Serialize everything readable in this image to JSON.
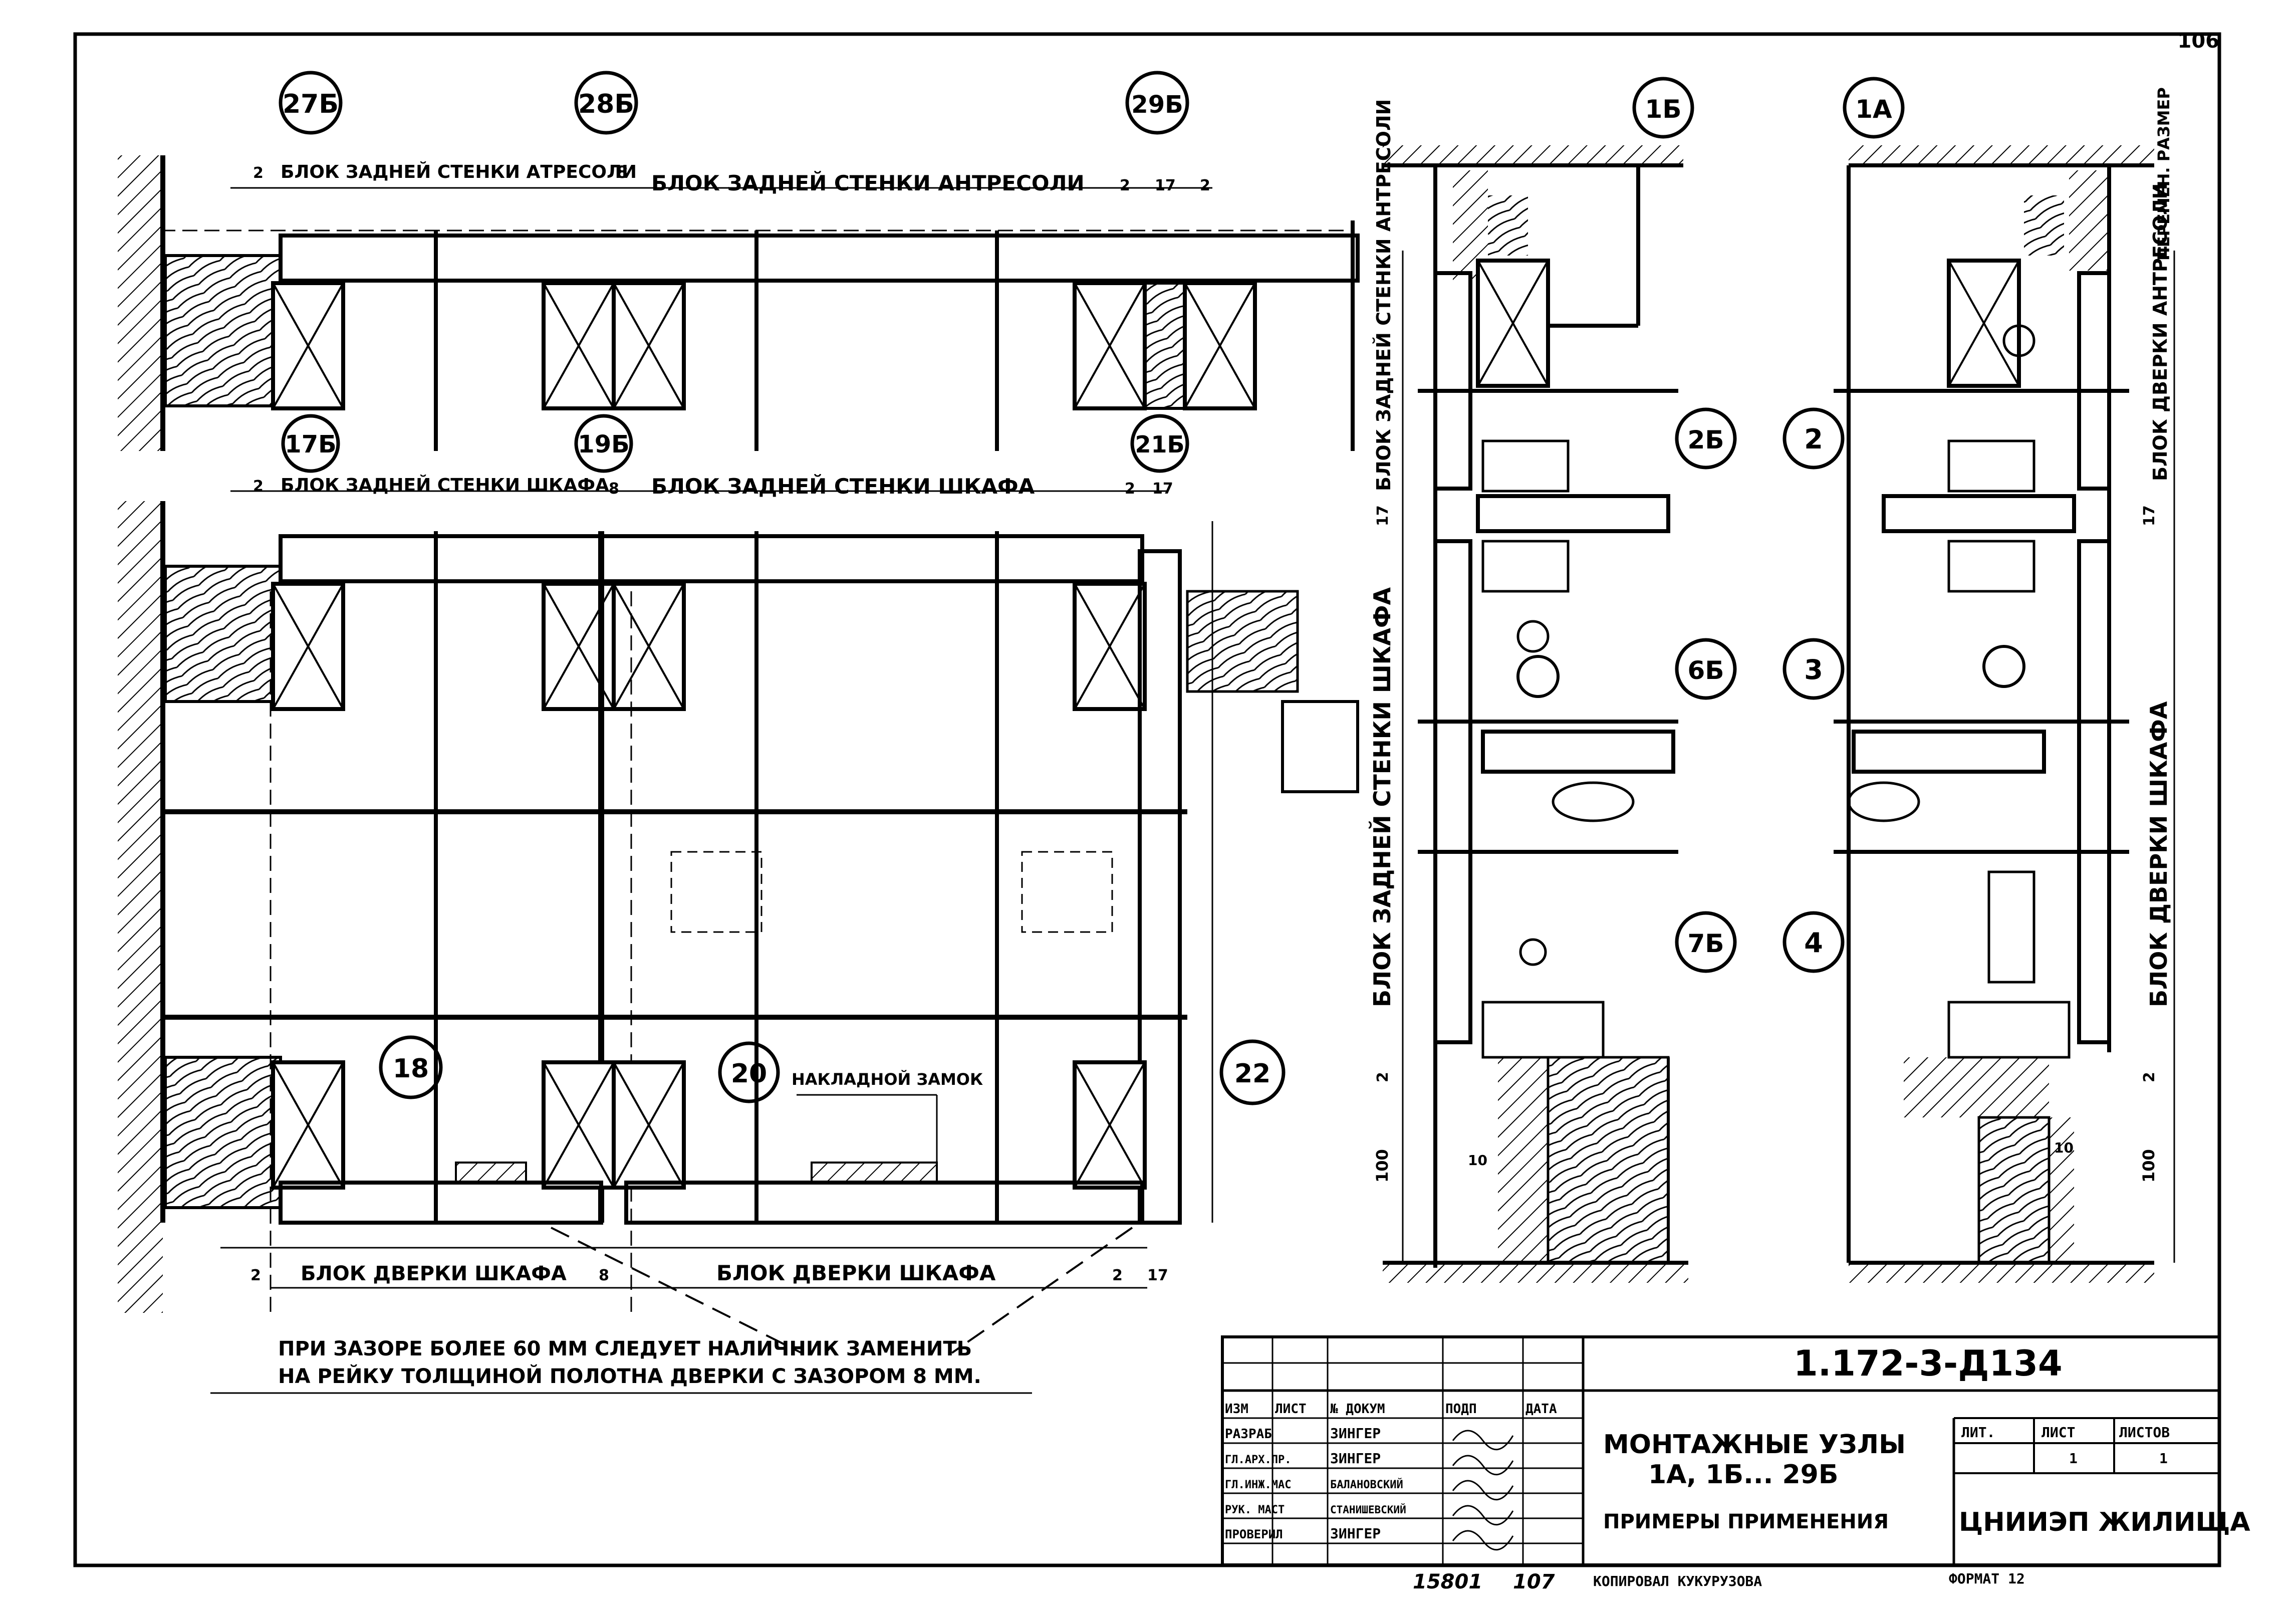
{
  "sheet": {
    "page_number": "106",
    "note": {
      "line1": "ПРИ ЗАЗОРЕ БОЛЕЕ 60 ММ СЛЕДУЕТ НАЛИЧНИК ЗАМЕНИТЬ",
      "line2": "НА РЕЙКУ ТОЛЩИНОЙ ПОЛОТНА ДВЕРКИ С ЗАЗОРОМ 8 ММ."
    }
  },
  "plan": {
    "markers_top": [
      "27Б",
      "28Б",
      "29Б"
    ],
    "markers_mid": [
      "17Б",
      "19Б",
      "21Б"
    ],
    "markers_bottom": [
      "18",
      "20",
      "22"
    ],
    "labels": {
      "mezz_back_left": "БЛОК ЗАДНЕЙ СТЕНКИ АТРЕСОЛИ",
      "mezz_back_right": "БЛОК ЗАДНЕЙ СТЕНКИ АНТРЕСОЛИ",
      "wardrobe_back_left": "БЛОК ЗАДНЕЙ СТЕНКИ ШКАФА",
      "wardrobe_back_right": "БЛОК ЗАДНЕЙ СТЕНКИ ШКАФА",
      "door_left": "БЛОК ДВЕРКИ ШКАФА",
      "door_right": "БЛОК ДВЕРКИ ШКАФА",
      "lock": "НАКЛАДНОЙ ЗАМОК"
    },
    "dims": {
      "d2": "2",
      "d8": "8",
      "d17": "17"
    }
  },
  "section": {
    "markers_top": [
      "1Б",
      "1А"
    ],
    "markers_left": [
      "2Б",
      "6Б",
      "7Б"
    ],
    "markers_right": [
      "2",
      "3",
      "4"
    ],
    "labels": {
      "mezz_back": "БЛОК ЗАДНЕЙ СТЕНКИ АНТРЕСОЛИ",
      "wardrobe_back": "БЛОК ЗАДНЕЙ СТЕНКИ ШКАФА",
      "mezz_door": "БЛОК ДВЕРКИ АНТРЕСОЛИ",
      "wardrobe_door": "БЛОК ДВЕРКИ ШКАФА",
      "variable_size": "ПЕРЕМЕН. РАЗМЕР"
    },
    "dims": {
      "d2": "2",
      "d17": "17",
      "d10": "10",
      "d100": "100"
    }
  },
  "title_block": {
    "code": "1.172-3-Д134",
    "title_line1": "МОНТАЖНЫЕ УЗЛЫ",
    "title_line2": "1А, 1Б... 29Б",
    "subtitle": "ПРИМЕРЫ ПРИМЕНЕНИЯ",
    "org": "ЦНИИЭП ЖИЛИЩА",
    "headers": [
      "ИЗМ",
      "ЛИСТ",
      "№ ДОКУМ",
      "ПОДП",
      "ДАТА"
    ],
    "rows": [
      {
        "role": "РАЗРАБ",
        "name": "ЗИНГЕР"
      },
      {
        "role": "ГЛ.АРХ.ПР.",
        "name": "ЗИНГЕР"
      },
      {
        "role": "ГЛ.ИНЖ.МАС",
        "name": "БАЛАНОВСКИЙ"
      },
      {
        "role": "РУК. МАСТ",
        "name": "СТАНИШЕВСКИЙ"
      },
      {
        "role": "ПРОВЕРИЛ",
        "name": "ЗИНГЕР"
      }
    ],
    "lit_label": "ЛИТ.",
    "sheet_label": "ЛИСТ",
    "sheets_label": "ЛИСТОВ",
    "sheet_value": "1",
    "sheets_value": "1",
    "format": "ФОРМАТ 12",
    "stamp": "15801",
    "copy_number": "107",
    "copied_by": "КОПИРОВАЛ КУКУРУЗОВА"
  }
}
